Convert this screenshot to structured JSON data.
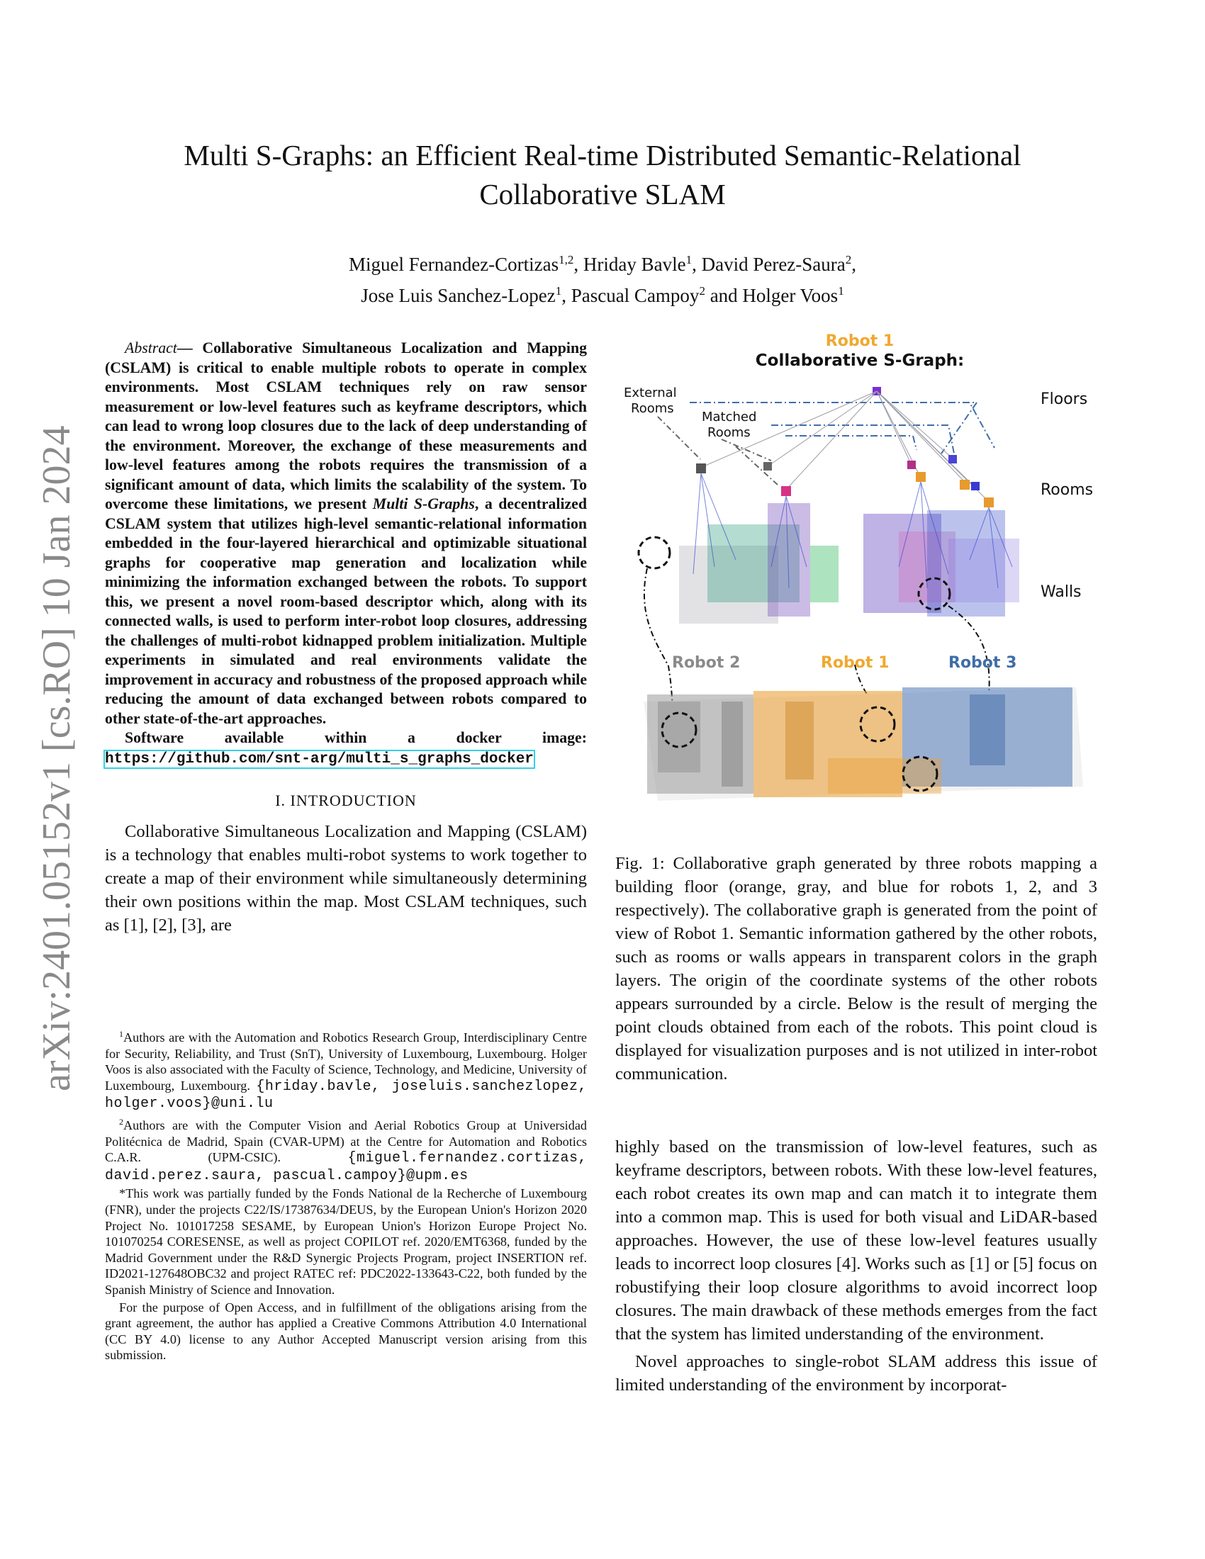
{
  "arxiv_stamp": "arXiv:2401.05152v1  [cs.RO]  10 Jan 2024",
  "title_line1": "Multi S-Graphs: an Efficient Real-time Distributed Semantic-Relational",
  "title_line2": "Collaborative SLAM",
  "authors": {
    "a1": "Miguel Fernandez-Cortizas",
    "a1_sup": "1,2",
    "a2": ", Hriday Bavle",
    "a2_sup": "1",
    "a3": ", David Perez-Saura",
    "a3_sup": "2",
    "a3_tail": ",",
    "a4": "Jose Luis Sanchez-Lopez",
    "a4_sup": "1",
    "a5": ", Pascual Campoy",
    "a5_sup": "2",
    "a6": " and Holger Voos",
    "a6_sup": "1"
  },
  "abstract": {
    "head": "Abstract",
    "dash": "— ",
    "part1": "Collaborative Simultaneous Localization and Mapping (CSLAM) is critical to enable multiple robots to operate in complex environments. Most CSLAM techniques rely on raw sensor measurement or low-level features such as keyframe descriptors, which can lead to wrong loop closures due to the lack of deep understanding of the environment. Moreover, the exchange of these measurements and low-level features among the robots requires the transmission of a significant amount of data, which limits the scalability of the system. To overcome these limitations, we present ",
    "system_name": "Multi S-Graphs",
    "part2": ", a decentralized CSLAM system that utilizes high-level semantic-relational information embedded in the four-layered hierarchical and optimizable situational graphs for cooperative map generation and localization while minimizing the information exchanged between the robots. To support this, we present a novel room-based descriptor which, along with its connected walls, is used to perform inter-robot loop closures, addressing the challenges of multi-robot kidnapped problem initialization. Multiple experiments in simulated and real environments validate the improvement in accuracy and robustness of the proposed approach while reducing the amount of data exchanged between robots compared to other state-of-the-art approaches.",
    "software_label": "Software available within a docker image: ",
    "software_link": "https://github.com/snt-arg/multi_s_graphs_docker"
  },
  "section1_title": "I. INTRODUCTION",
  "intro_p1": "Collaborative Simultaneous Localization and Mapping (CSLAM) is a technology that enables multi-robot systems to work together to create a map of their environment while simultaneously determining their own positions within the map. Most CSLAM techniques, such as [1], [2], [3], are",
  "footnotes": {
    "fn1_sup": "1",
    "fn1_text": "Authors are with the Automation and Robotics Research Group, Interdisciplinary Centre for Security, Reliability, and Trust (SnT), University of Luxembourg, Luxembourg. Holger Voos is also associated with the Faculty of Science, Technology, and Medicine, University of Luxembourg, Luxembourg. ",
    "fn1_email": "{hriday.bavle, joseluis.sanchezlopez, holger.voos}@uni.lu",
    "fn2_sup": "2",
    "fn2_text": "Authors are with the Computer Vision and Aerial Robotics Group at Universidad Politécnica de Madrid, Spain (CVAR-UPM) at the Centre for Automation and Robotics C.A.R. (UPM-CSIC). ",
    "fn2_email": "{miguel.fernandez.cortizas, david.perez.saura, pascual.campoy}@upm.es",
    "fn3_text": "*This work was partially funded by the Fonds National de la Recherche of Luxembourg (FNR), under the projects C22/IS/17387634/DEUS, by the European Union's Horizon 2020 Project No. 101017258 SESAME, by European Union's Horizon Europe Project No. 101070254 CORESENSE, as well as project COPILOT ref. 2020/EMT6368, funded by the Madrid Government under the R&D Synergic Projects Program, project INSERTION ref. ID2021-127648OBC32 and project RATEC ref: PDC2022-133643-C22, both funded by the Spanish Ministry of Science and Innovation.",
    "fn4_text": "For the purpose of Open Access, and in fulfillment of the obligations arising from the grant agreement, the author has applied a Creative Commons Attribution 4.0 International (CC BY 4.0) license to any Author Accepted Manuscript version arising from this submission."
  },
  "figure": {
    "robot1_top": "Robot 1",
    "title": "Collaborative S-Graph:",
    "external_rooms_1": "External",
    "external_rooms_2": "Rooms",
    "matched_rooms_1": "Matched",
    "matched_rooms_2": "Rooms",
    "layer_floors": "Floors",
    "layer_rooms": "Rooms",
    "layer_walls": "Walls",
    "robot2": "Robot 2",
    "robot1": "Robot 1",
    "robot3": "Robot 3",
    "colors": {
      "robot1": "#f0a830",
      "robot2": "#8a8a8a",
      "robot3": "#3f6ea8"
    }
  },
  "caption": "Fig. 1: Collaborative graph generated by three robots mapping a building floor (orange, gray, and blue for robots 1, 2, and 3 respectively). The collaborative graph is generated from the point of view of Robot 1. Semantic information gathered by the other robots, such as rooms or walls appears in transparent colors in the graph layers. The origin of the coordinate systems of the other robots appears surrounded by a circle. Below is the result of merging the point clouds obtained from each of the robots. This point cloud is displayed for visualization purposes and is not utilized in inter-robot communication.",
  "right_p1": "highly based on the transmission of low-level features, such as keyframe descriptors, between robots. With these low-level features, each robot creates its own map and can match it to integrate them into a common map. This is used for both visual and LiDAR-based approaches. However, the use of these low-level features usually leads to incorrect loop closures [4]. Works such as [1] or [5] focus on robustifying their loop closure algorithms to avoid incorrect loop closures. The main drawback of these methods emerges from the fact that the system has limited understanding of the environment.",
  "right_p2": "Novel approaches to single-robot SLAM address this issue of limited understanding of the environment by incorporat-"
}
